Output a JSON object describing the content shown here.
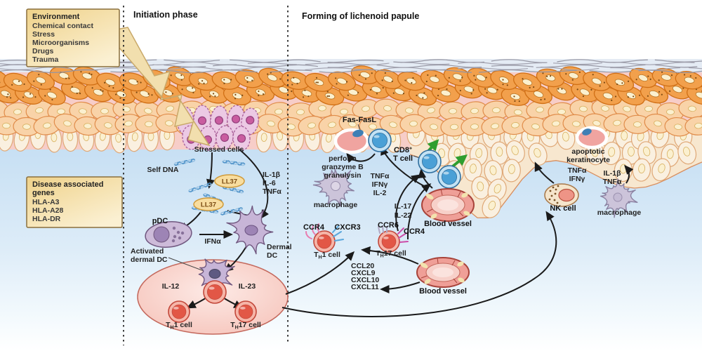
{
  "headers": {
    "initiation": "Initiation phase",
    "forming": "Forming of lichenoid papule"
  },
  "environment_box": {
    "title": "Environment",
    "items": [
      "Chemical contact",
      "Stress",
      "Microorganisms",
      "Drugs",
      "Trauma"
    ]
  },
  "genes_box": {
    "title_line1": "Disease associated",
    "title_line2": "genes",
    "items": [
      "HLA-A3",
      "HLA-A28",
      "HLA-DR"
    ]
  },
  "labels": {
    "stressed_cells": "Stressed cells",
    "self_dna": "Self DNA",
    "ll37": "LL37",
    "cytokines_initiation": [
      "IL-1β",
      "IL-6",
      "TNFα"
    ],
    "pdc": "pDC",
    "ifna": "IFNα",
    "dermal_dc": [
      "Dermal",
      "DC"
    ],
    "activated_dermal_dc": [
      "Activated",
      "dermal DC"
    ],
    "il12": "IL-12",
    "il23": "IL-23",
    "th1": {
      "pre": "T",
      "sub": "H",
      "rest": "1 cell"
    },
    "th17": {
      "pre": "T",
      "sub": "H",
      "rest": "17 cell"
    },
    "fas_fasl": "Fas-FasL",
    "cytotoxic_granules": [
      "perforin",
      "granzyme B",
      "granulysin"
    ],
    "cd8": {
      "pre": "CD8",
      "sup": "+",
      "line2": "T cell"
    },
    "cd8_cytokines": [
      "TNFα",
      "IFNγ",
      "IL-2"
    ],
    "il17_il22": [
      "IL-17",
      "IL-22"
    ],
    "macrophage": "macrophage",
    "blood_vessel": "Blood vessel",
    "ccr4": "CCR4",
    "cxcr3": "CXCR3",
    "ccr6": "CCR6",
    "chemokines": [
      "CCL20",
      "CXCL9",
      "CXCL10",
      "CXCL11"
    ],
    "nk_cell": "NK cell",
    "nk_cytokines": [
      "TNFα",
      "IFNγ"
    ],
    "apoptotic_keratinocyte": [
      "apoptotic",
      "keratinocyte"
    ],
    "mac_cytokines": [
      "IL-1β",
      "TNFα"
    ]
  },
  "colors": {
    "epidermis_orange": "#f2a04c",
    "epidermis_orange_stroke": "#d06f15",
    "epidermis_peach": "#f9d3a8",
    "epidermis_peach_stroke": "#e08c4a",
    "epidermis_cream": "#faf0e0",
    "epidermis_cream_stroke": "#dfa877",
    "nucleus_cream": "#fbf0cf",
    "pink_matrix": "#f7cdc8",
    "dermis_blue": "#c6dff3",
    "stressed_pink": "#ecc9e4",
    "stressed_stroke": "#a85f9a",
    "tcell_red": "#e25746",
    "tcell_blue": "#4aa0d6",
    "dendritic_purple": "#c7b5d7",
    "macrophage_gray": "#ccc4da",
    "vessel_pink": "#ef9f97",
    "green_arrow": "#2f9e2f",
    "lightning_yellow": "#f2dfae",
    "ll37_tan": "#f8dd9f",
    "dna_blue": "#4e92c8",
    "box_tan": "#efd28a",
    "arrow_black": "#1a1a1a"
  }
}
